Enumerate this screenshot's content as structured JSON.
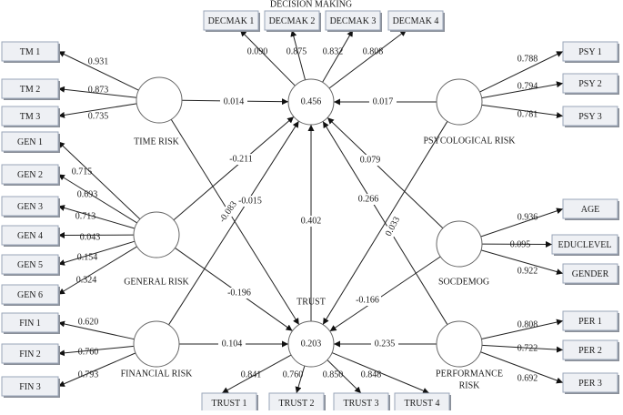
{
  "diagram": {
    "constructs": {
      "time": {
        "label": "TIME RISK",
        "value": ""
      },
      "general": {
        "label": "GENERAL RISK",
        "value": ""
      },
      "financial": {
        "label": "FINANCIAL RISK",
        "value": ""
      },
      "decision": {
        "label": "DECISION MAKING",
        "value": "0.456"
      },
      "trust": {
        "label": "TRUST",
        "value": "0.203"
      },
      "psy": {
        "label": "PSYCOLOGICAL RISK",
        "value": ""
      },
      "soc": {
        "label": "SOCDEMOG",
        "value": ""
      },
      "perf": {
        "label": "PERFORMANCE RISK",
        "label_line1": "PERFORMANCE",
        "label_line2": "RISK",
        "value": ""
      }
    },
    "indicators": {
      "tm1": {
        "label": "TM 1",
        "loading": "0.931"
      },
      "tm2": {
        "label": "TM 2",
        "loading": "0.873"
      },
      "tm3": {
        "label": "TM 3",
        "loading": "0.735"
      },
      "gen1": {
        "label": "GEN 1",
        "loading": "0.715"
      },
      "gen2": {
        "label": "GEN 2",
        "loading": "0.693"
      },
      "gen3": {
        "label": "GEN 3",
        "loading": "0.713"
      },
      "gen4": {
        "label": "GEN 4",
        "loading": "0.043"
      },
      "gen5": {
        "label": "GEN 5",
        "loading": "0.154"
      },
      "gen6": {
        "label": "GEN 6",
        "loading": "0.324"
      },
      "fin1": {
        "label": "FIN 1",
        "loading": "0.620"
      },
      "fin2": {
        "label": "FIN 2",
        "loading": "0.760"
      },
      "fin3": {
        "label": "FIN 3",
        "loading": "0.793"
      },
      "dec1": {
        "label": "DECMAK 1",
        "loading": "0.090"
      },
      "dec2": {
        "label": "DECMAK 2",
        "loading": "0.875"
      },
      "dec3": {
        "label": "DECMAK 3",
        "loading": "0.832"
      },
      "dec4": {
        "label": "DECMAK 4",
        "loading": "0.808"
      },
      "trust1": {
        "label": "TRUST 1",
        "loading": "0.841"
      },
      "trust2": {
        "label": "TRUST 2",
        "loading": "0.760"
      },
      "trust3": {
        "label": "TRUST 3",
        "loading": "0.850"
      },
      "trust4": {
        "label": "TRUST 4",
        "loading": "0.848"
      },
      "psy1": {
        "label": "PSY 1",
        "loading": "0.788"
      },
      "psy2": {
        "label": "PSY 2",
        "loading": "0.794"
      },
      "psy3": {
        "label": "PSY 3",
        "loading": "0.781"
      },
      "age": {
        "label": "AGE",
        "loading": "0.936"
      },
      "edu": {
        "label": "EDUCLEVEL",
        "loading": "0.095"
      },
      "gender": {
        "label": "GENDER",
        "loading": "0.922"
      },
      "per1": {
        "label": "PER 1",
        "loading": "0.808"
      },
      "per2": {
        "label": "PER 2",
        "loading": "0.722"
      },
      "per3": {
        "label": "PER 3",
        "loading": "0.692"
      }
    },
    "paths": {
      "time_decision": "0.014",
      "time_trust": "-0.083",
      "general_decision": "-0.211",
      "general_trust": "-0.196",
      "financial_decision": "-0.015",
      "financial_trust": "0.104",
      "trust_decision": "0.402",
      "psy_decision": "0.017",
      "psy_trust": "0.033",
      "soc_decision": "0.079",
      "soc_trust": "-0.166",
      "perf_decision": "0.266",
      "perf_trust": "0.235"
    }
  }
}
